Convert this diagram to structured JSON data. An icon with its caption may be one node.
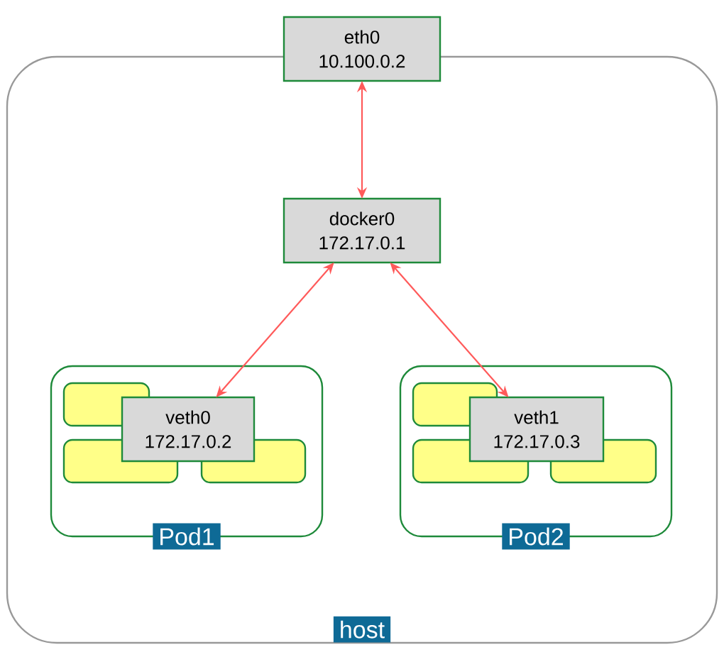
{
  "diagram": {
    "nodes": [
      {
        "text": [
          "host"
        ]
      },
      {
        "text": [
          "eth0",
          "10.100.0.2"
        ]
      },
      {
        "text": [
          "docker0",
          "172.17.0.1"
        ],
        "in": 0
      },
      {
        "text": [
          "Pod1"
        ],
        "in": 0
      },
      {
        "text": [],
        "shape": "box",
        "in": 3
      },
      {
        "text": [],
        "shape": "box",
        "in": 3
      },
      {
        "text": [],
        "shape": "box",
        "in": 3
      },
      {
        "text": [
          "veth0",
          "172.17.0.2"
        ],
        "in": 3
      },
      {
        "text": [
          "Pod2"
        ],
        "in": 0
      },
      {
        "text": [],
        "shape": "box",
        "in": 8
      },
      {
        "text": [],
        "shape": "box",
        "in": 8
      },
      {
        "text": [],
        "shape": "box",
        "in": 8
      },
      {
        "text": [
          "veth1",
          "172.17.0.3"
        ],
        "in": 8
      }
    ],
    "edges": [
      {
        "from": 1,
        "to": 2,
        "arrow": "both"
      },
      {
        "from": 2,
        "to": 7,
        "arrow": "both"
      },
      {
        "from": 2,
        "to": 12,
        "arrow": "both"
      }
    ]
  }
}
